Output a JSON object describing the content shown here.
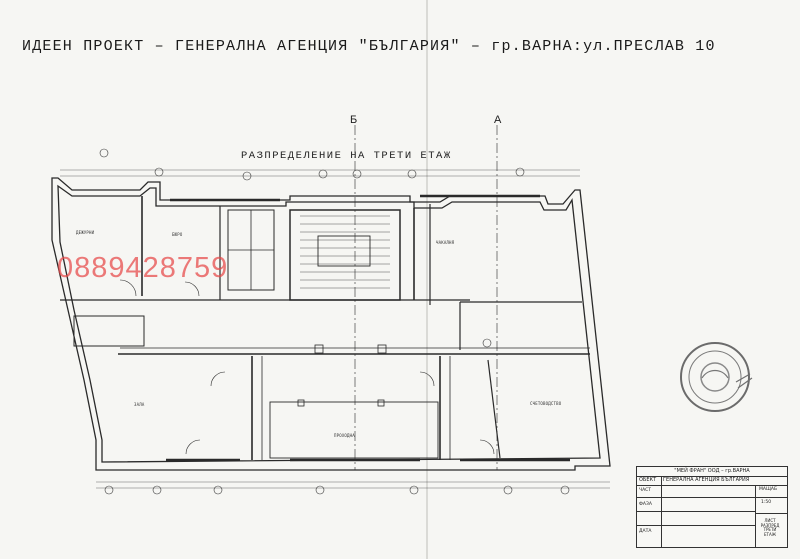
{
  "header": {
    "title": "ИДЕЕН ПРОЕКТ – ГЕНЕРАЛНА АГЕНЦИЯ \"БЪЛГАРИЯ\" – гр.ВАРНА:ул.ПРЕСЛАВ 10"
  },
  "plan": {
    "floor_title": "РАЗПРЕДЕЛЕНИЕ НА ТРЕТИ ЕТАЖ",
    "axes": [
      "Б",
      "А"
    ],
    "rooms": [
      {
        "label": "ДЕЖУРНИ"
      },
      {
        "label": "БЮРО"
      },
      {
        "label": "ЧАКАЛНЯ"
      },
      {
        "label": "ЗАЛА"
      },
      {
        "label": "ПРОХОДНА"
      },
      {
        "label": "СЧЕТОВОДСТВО"
      }
    ]
  },
  "watermark": {
    "phone": "0889428759"
  },
  "title_block": {
    "firm": "\"МЕЙ ФРАН\" ООД – гр.ВАРНА",
    "object_label": "ОБЕКТ",
    "object_value": "ГЕНЕРАЛНА АГЕНЦИЯ БЪЛГАРИЯ",
    "part_label": "ЧАСТ",
    "phase_label": "ФАЗА",
    "date_label": "ДАТА",
    "map_label": "МАЩАБ",
    "scale": "1:50",
    "sheet_label": "ЛИСТ",
    "sheet_value": "РАЗПРЕД ТРЕТИ ЕТАЖ"
  }
}
